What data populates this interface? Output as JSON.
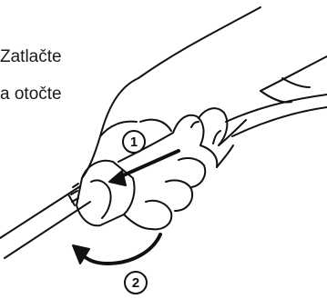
{
  "instructions": {
    "line1": "Zatlačte",
    "line2": "a otočte"
  },
  "steps": [
    {
      "number": "1"
    },
    {
      "number": "2"
    }
  ]
}
